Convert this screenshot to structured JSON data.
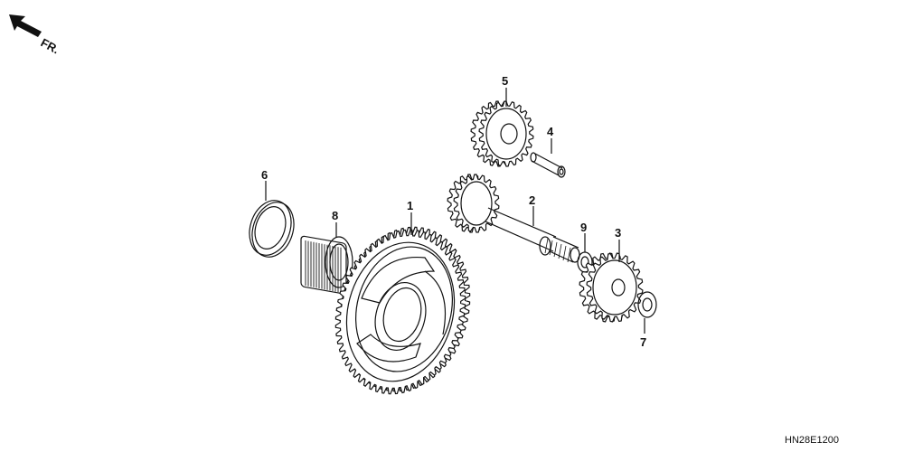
{
  "orientation": {
    "label": "FR.",
    "icon": "arrow-icon"
  },
  "diagram_code": "HN28E1200",
  "callouts": [
    {
      "id": "1",
      "label": "1"
    },
    {
      "id": "2",
      "label": "2"
    },
    {
      "id": "3",
      "label": "3"
    },
    {
      "id": "4",
      "label": "4"
    },
    {
      "id": "5",
      "label": "5"
    },
    {
      "id": "6",
      "label": "6"
    },
    {
      "id": "7",
      "label": "7"
    },
    {
      "id": "8",
      "label": "8"
    },
    {
      "id": "9",
      "label": "9"
    }
  ]
}
